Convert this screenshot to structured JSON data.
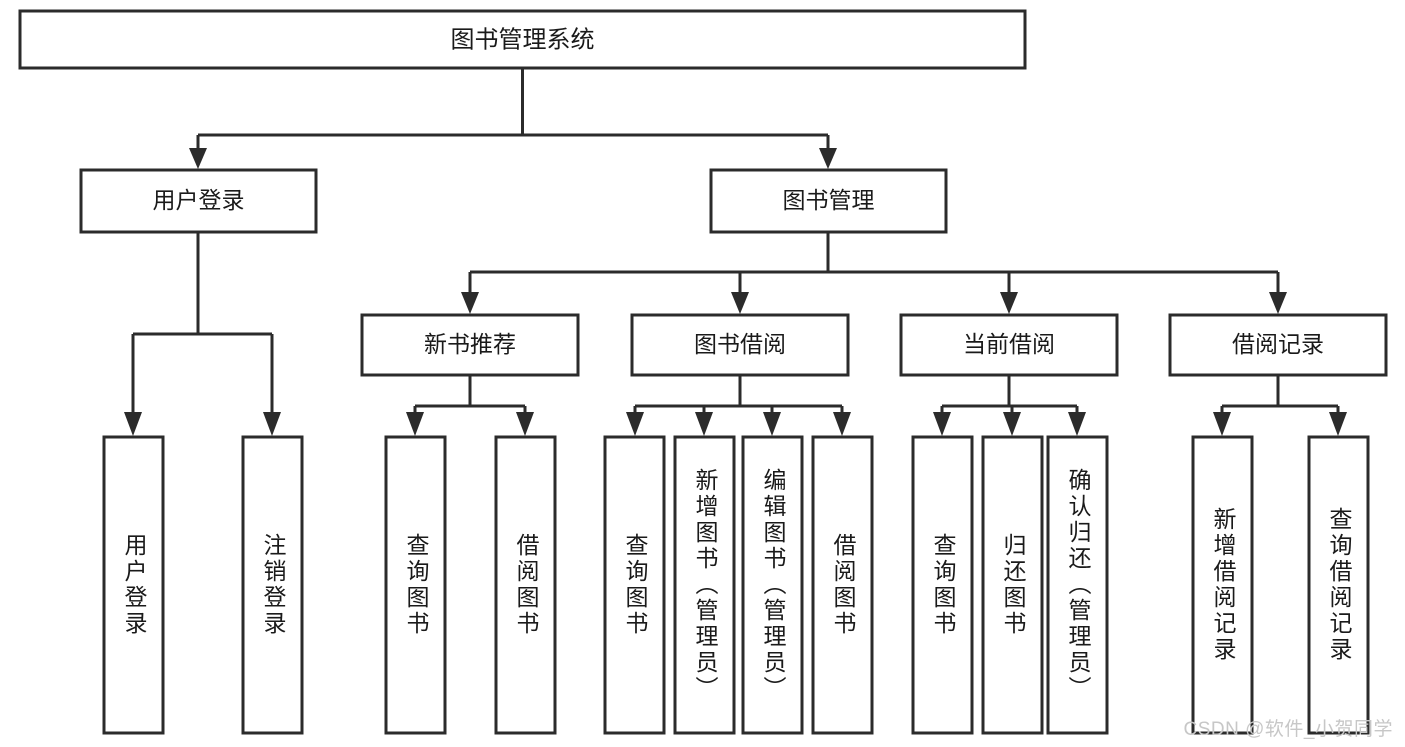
{
  "diagram": {
    "type": "tree-hierarchy",
    "title": "图书管理系统",
    "watermark": "CSDN @软件_小贺同学",
    "colors": {
      "stroke": "#2b2b2b",
      "fill": "#ffffff",
      "text": "#1a1a1a",
      "watermark": "#c7c7c7",
      "background": "#ffffff"
    },
    "root": {
      "label": "图书管理系统"
    },
    "level2": [
      {
        "label": "用户登录"
      },
      {
        "label": "图书管理"
      }
    ],
    "level3": [
      {
        "label": "新书推荐"
      },
      {
        "label": "图书借阅"
      },
      {
        "label": "当前借阅"
      },
      {
        "label": "借阅记录"
      }
    ],
    "leaves": {
      "user_login": [
        {
          "label": "用户登录"
        },
        {
          "label": "注销登录"
        }
      ],
      "new_book_recommend": [
        {
          "label": "查询图书"
        },
        {
          "label": "借阅图书"
        }
      ],
      "book_borrow": [
        {
          "label": "查询图书"
        },
        {
          "label": "新增图书（管理员）"
        },
        {
          "label": "编辑图书（管理员）"
        },
        {
          "label": "借阅图书"
        }
      ],
      "current_borrow": [
        {
          "label": "查询图书"
        },
        {
          "label": "归还图书"
        },
        {
          "label": "确认归还（管理员）"
        }
      ],
      "borrow_record": [
        {
          "label": "新增借阅记录"
        },
        {
          "label": "查询借阅记录"
        }
      ]
    }
  }
}
